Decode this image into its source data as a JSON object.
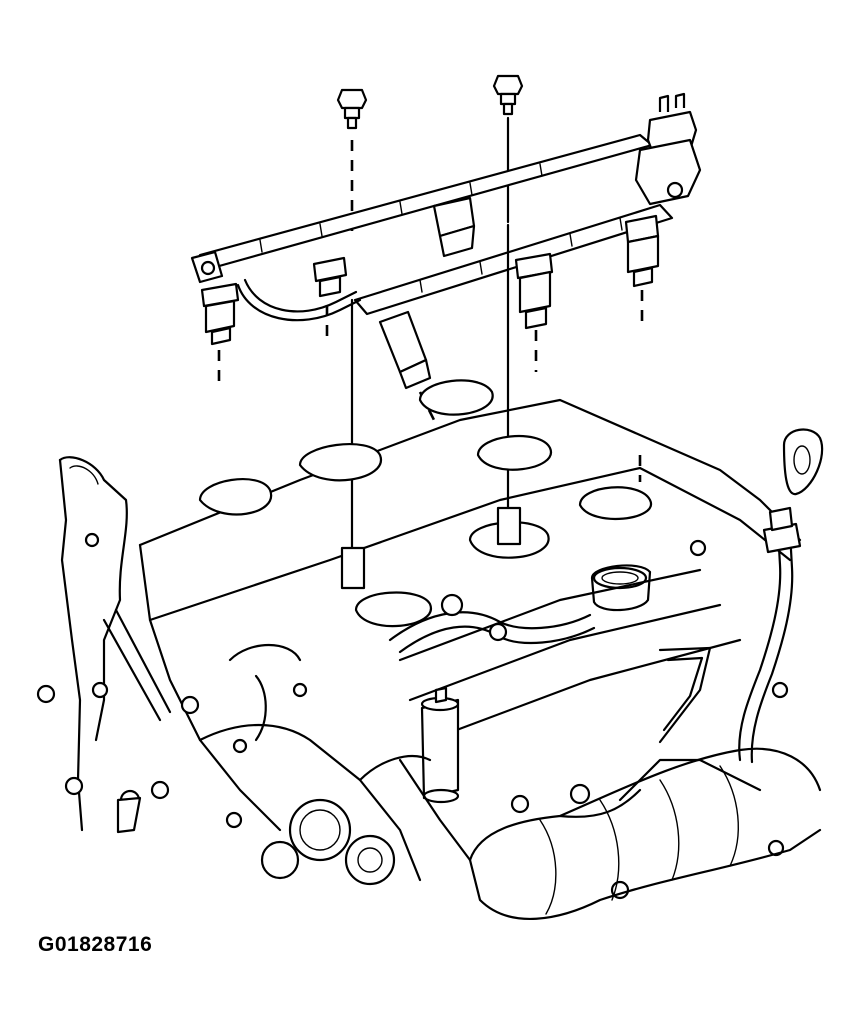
{
  "figure_id": "G01828716",
  "colors": {
    "line": "#000000",
    "background": "#ffffff"
  },
  "components": [
    "fuel-rail",
    "fuel-injector",
    "fuel-rail-bolt",
    "fuel-pressure-regulator",
    "cylinder-head",
    "engine-block",
    "intake-manifold",
    "lifting-bracket"
  ]
}
